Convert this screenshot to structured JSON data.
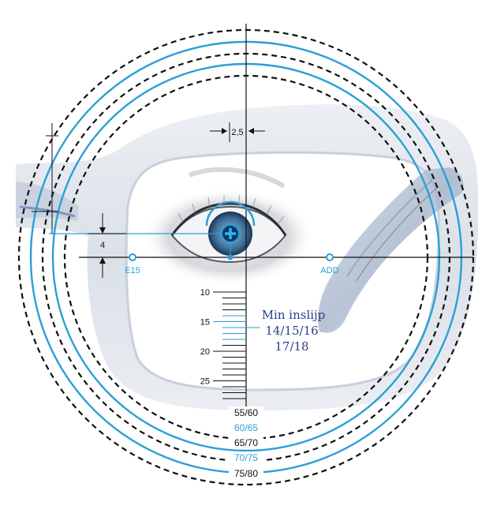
{
  "colors": {
    "blue": "#2a9fd8",
    "black": "#111111",
    "navy": "#2b3f8f",
    "frame": "#d5dbe4",
    "frame_edge": "#b8c1cf",
    "iris": "#3d6f9a"
  },
  "measurements": {
    "horizontal_offset": "2,5",
    "vertical_offset": "4"
  },
  "markers": {
    "left_label": "E15",
    "right_label": "ADD"
  },
  "scale": {
    "ticks": [
      {
        "value": 10,
        "label": "10"
      },
      {
        "value": 15,
        "label": "15"
      },
      {
        "value": 20,
        "label": "20"
      },
      {
        "value": 25,
        "label": "25"
      }
    ],
    "min": 10,
    "max": 28,
    "highlight_min": 14,
    "highlight_max": 18
  },
  "min_inslijp": {
    "title": "Min inslijp",
    "line1": "14/15/16",
    "line2": "17/18"
  },
  "rings": [
    {
      "label": "55/60",
      "style": "dashed",
      "color": "black"
    },
    {
      "label": "60/65",
      "style": "solid",
      "color": "blue"
    },
    {
      "label": "65/70",
      "style": "dashed",
      "color": "black"
    },
    {
      "label": "70/75",
      "style": "solid",
      "color": "blue"
    },
    {
      "label": "75/80",
      "style": "dashed",
      "color": "black"
    }
  ],
  "icons": {
    "eye": "eye-icon",
    "cross": "plus-icon",
    "frame": "glasses-frame-icon"
  }
}
